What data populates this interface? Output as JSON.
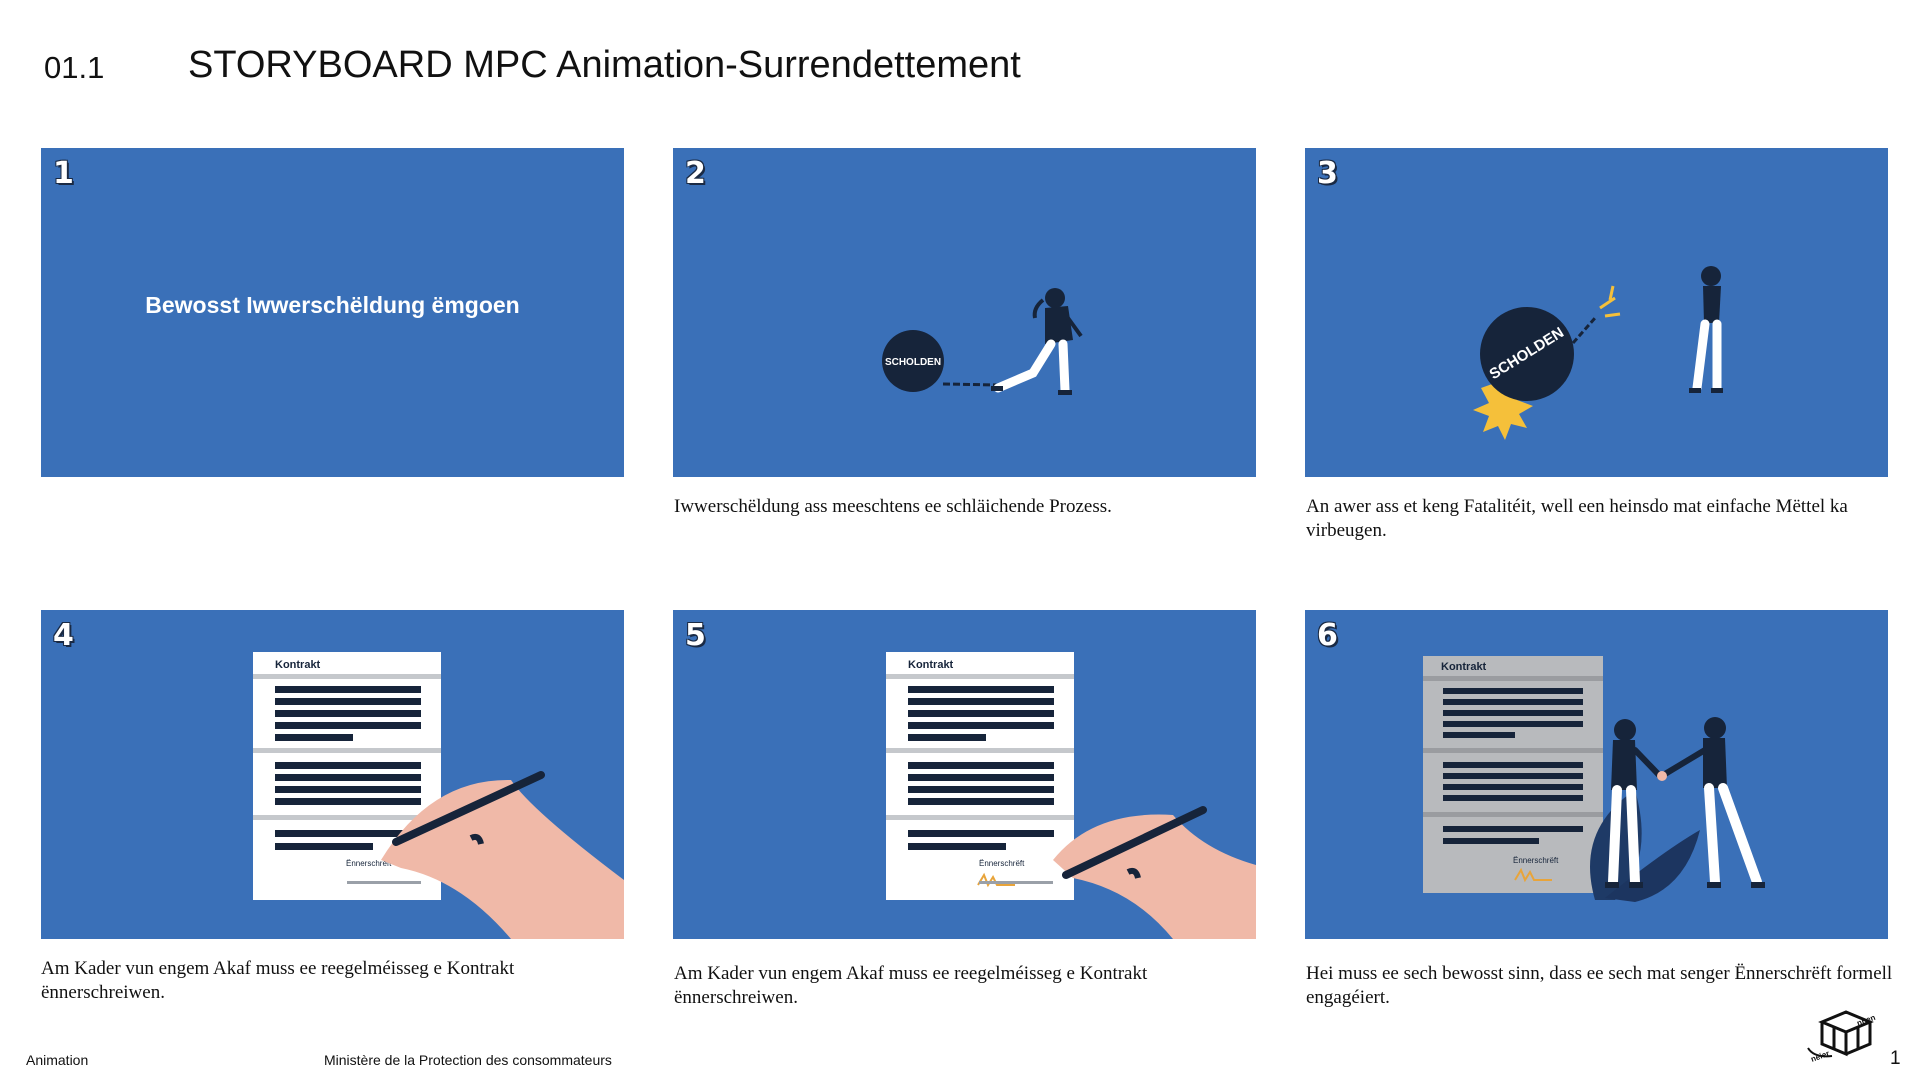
{
  "header": {
    "number": "01.1",
    "title": "STORYBOARD MPC Animation-Surrendettement"
  },
  "panels": [
    {
      "number": "1",
      "slogan": "Bewosst Iwwerschëldung ëmgoen",
      "caption": ""
    },
    {
      "number": "2",
      "ball_label": "SCHOLDEN",
      "caption": "Iwwerschëldung ass meeschtens ee schläichende Prozess."
    },
    {
      "number": "3",
      "ball_label": "SCHOLDEN",
      "caption": "An awer ass et keng Fatalitéit, well een heinsdo mat einfache Mëttel ka virbeugen."
    },
    {
      "number": "4",
      "doc_title": "Kontrakt",
      "sign_label": "Ënnerschrëft",
      "caption": "Am Kader vun engem Akaf muss ee reegelméisseg e Kontrakt ënnerschreiwen."
    },
    {
      "number": "5",
      "doc_title": "Kontrakt",
      "sign_label": "Ënnerschrëft",
      "caption": "Am Kader vun engem Akaf muss ee reegelméisseg e Kontrakt ënnerschreiwen."
    },
    {
      "number": "6",
      "doc_title": "Kontrakt",
      "sign_label": "Ënnerschrëft",
      "caption": "Hei muss ee sech bewosst sinn, dass ee sech mat senger Ënnerschrëft formell engagéiert."
    }
  ],
  "footer": {
    "left": "Animation",
    "middle": "Ministère de la Protection des consommateurs",
    "page": "1"
  },
  "logo": {
    "text_top": "nnen",
    "text_bottom": "neier",
    "icon": "hand-drawn-cube-logo"
  },
  "colors": {
    "frame_blue": "#3a70b8",
    "navy": "#16243a",
    "skin": "#f0b9a8",
    "accent_orange": "#e8a43a"
  }
}
